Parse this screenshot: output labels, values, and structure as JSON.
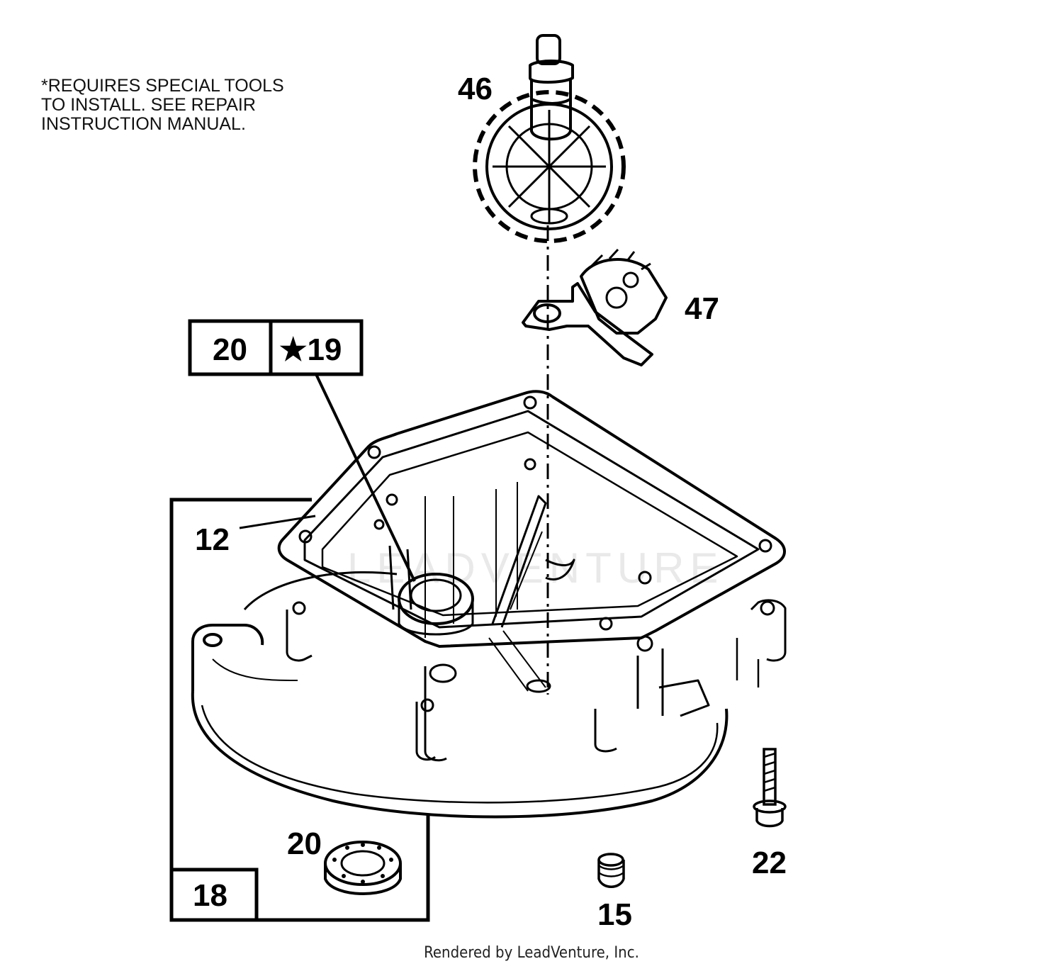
{
  "note": {
    "text": "*REQUIRES SPECIAL TOOLS\nTO INSTALL.  SEE REPAIR\nINSTRUCTION MANUAL."
  },
  "callouts": {
    "part_46": "46",
    "part_47": "47",
    "part_12": "12",
    "part_15": "15",
    "part_22": "22",
    "part_20": "20",
    "box_20": "20",
    "box_19": "★19",
    "box_18": "18"
  },
  "watermark": "LEADVENTURE",
  "footer": "Rendered by LeadVenture, Inc."
}
